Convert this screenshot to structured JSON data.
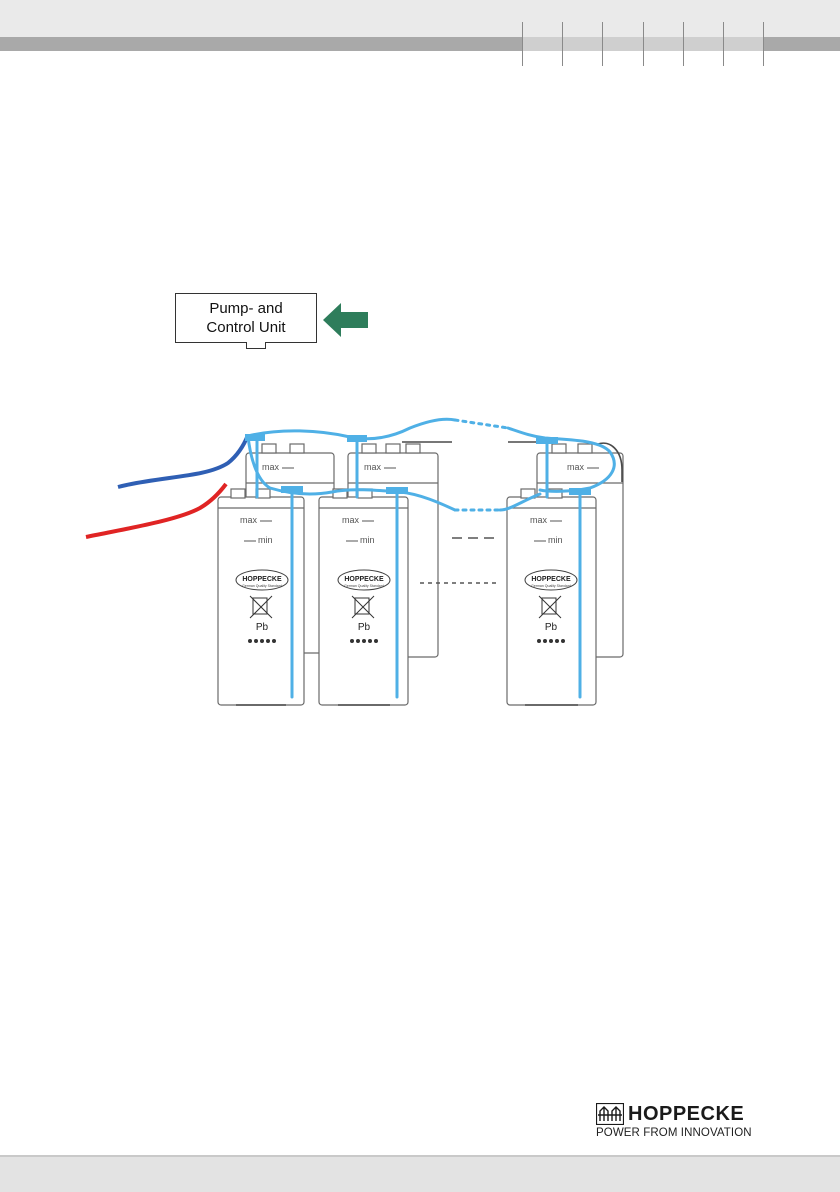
{
  "pump_unit": {
    "line1": "Pump- and",
    "line2": "Control Unit",
    "arrow_color": "#2e7d5b"
  },
  "battery_cells": {
    "level_max": "max",
    "level_min": "min",
    "brand_badge": "HOPPECKE",
    "badge_sub": "German Quality Standard",
    "lead_symbol": "Pb"
  },
  "colors": {
    "air_tube": "#4fb0e6",
    "supply_hose_blue": "#2f5fb4",
    "supply_hose_red": "#e02424",
    "cell_outline": "#6a6a6a"
  },
  "footer": {
    "logo_text": "HOPPECKE",
    "tagline": "POWER FROM INNOVATION"
  }
}
